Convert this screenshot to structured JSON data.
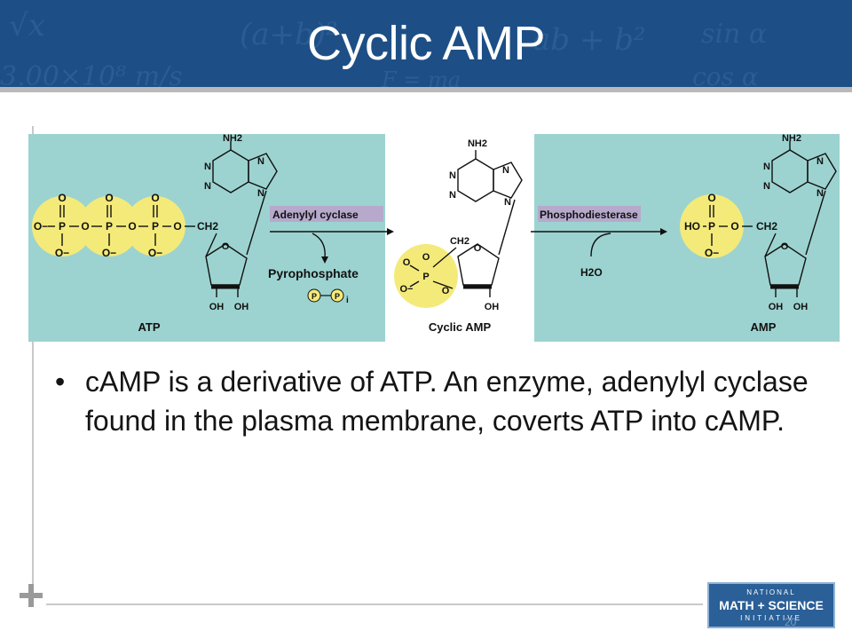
{
  "slide": {
    "title": "Cyclic AMP",
    "bullet": "cAMP is a derivative of ATP.  An enzyme, adenylyl cyclase found in the plasma membrane, coverts ATP into cAMP.",
    "page_number": "20"
  },
  "figure": {
    "enzyme_left": "Adenylyl cyclase",
    "enzyme_right": "Phosphodiesterase",
    "byproduct": "Pyrophosphate",
    "water": "H2O",
    "labels": {
      "atp": "ATP",
      "camp": "Cyclic AMP",
      "amp": "AMP"
    },
    "atoms": {
      "amine": "NH2",
      "n": "N",
      "o": "O",
      "p": "P",
      "ch2": "CH2",
      "oh": "OH",
      "ho": "HO",
      "o_minus": "O−",
      "p_circle": "P",
      "i": "i"
    }
  },
  "logo": {
    "line1": "NATIONAL",
    "line2": "MATH + SCIENCE",
    "line3": "INITIATIVE"
  },
  "colors": {
    "header": "#1d4f86",
    "panel": "#9cd3d0",
    "phosphate": "#f4ea7a",
    "enzyme_box": "#b7a9cc"
  }
}
